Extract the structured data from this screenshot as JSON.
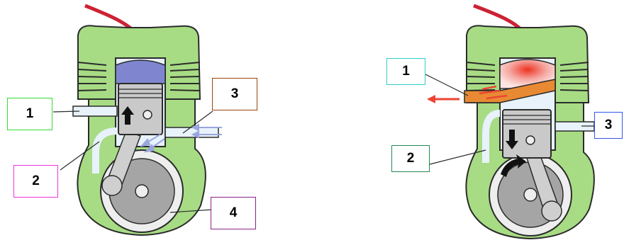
{
  "figure_left": {
    "labels": [
      {
        "text": "1",
        "color": "#33dd33"
      },
      {
        "text": "2",
        "color": "#ee33dd"
      },
      {
        "text": "3",
        "color": "#994411"
      },
      {
        "text": "4",
        "color": "#882288"
      }
    ]
  },
  "figure_right": {
    "labels": [
      {
        "text": "1",
        "color": "#33cccc"
      },
      {
        "text": "2",
        "color": "#228855"
      },
      {
        "text": "3",
        "color": "#3355ee"
      }
    ]
  },
  "colors": {
    "engine_green": "#a7dc84",
    "outline": "#2b2b2b",
    "piston_grey": "#c9c9c9",
    "chamber_blue": "#7f86cf",
    "flame_red": "#ee4433",
    "exhaust_orange": "#e88a33",
    "spark_cable": "#cc2233",
    "flow_arrow": "#9aa6dd"
  }
}
